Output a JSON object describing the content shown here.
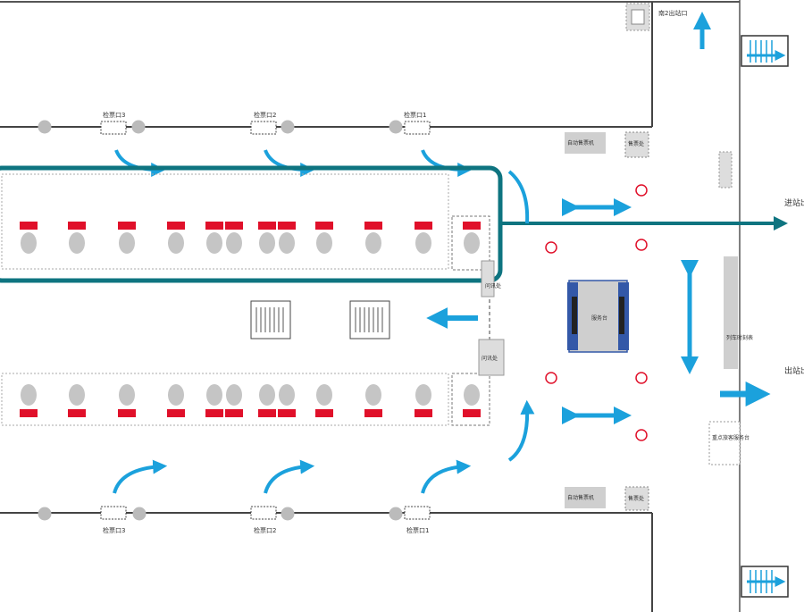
{
  "labels": {
    "top_exit": "南2出站口",
    "gate_t3": "检票口3",
    "gate_t2": "检票口2",
    "gate_t1": "检票口1",
    "gate_b3": "检票口3",
    "gate_b2": "检票口2",
    "gate_b1": "检票口1",
    "ticket_machine_top": "自动售票机",
    "ticket_office_top": "售票处",
    "ticket_machine_bottom": "自动售票机",
    "ticket_office_bottom": "售票处",
    "service_center": "服务台",
    "info_top": "问讯处",
    "info_mid": "问讯处",
    "board_right": "列车时刻表",
    "right_upper": "进站出口",
    "right_lower": "出站出口",
    "right_bottom_box": "重点旅客服务台"
  },
  "colors": {
    "route": "#0e7480",
    "arrow": "#1ba1dc",
    "seat_red": "#e0102a",
    "seat_gray": "#c5c5c5",
    "booth_blue": "#3358a8"
  },
  "icons": {
    "escalator": "escalator-icon",
    "stairs": "stairs-icon"
  }
}
